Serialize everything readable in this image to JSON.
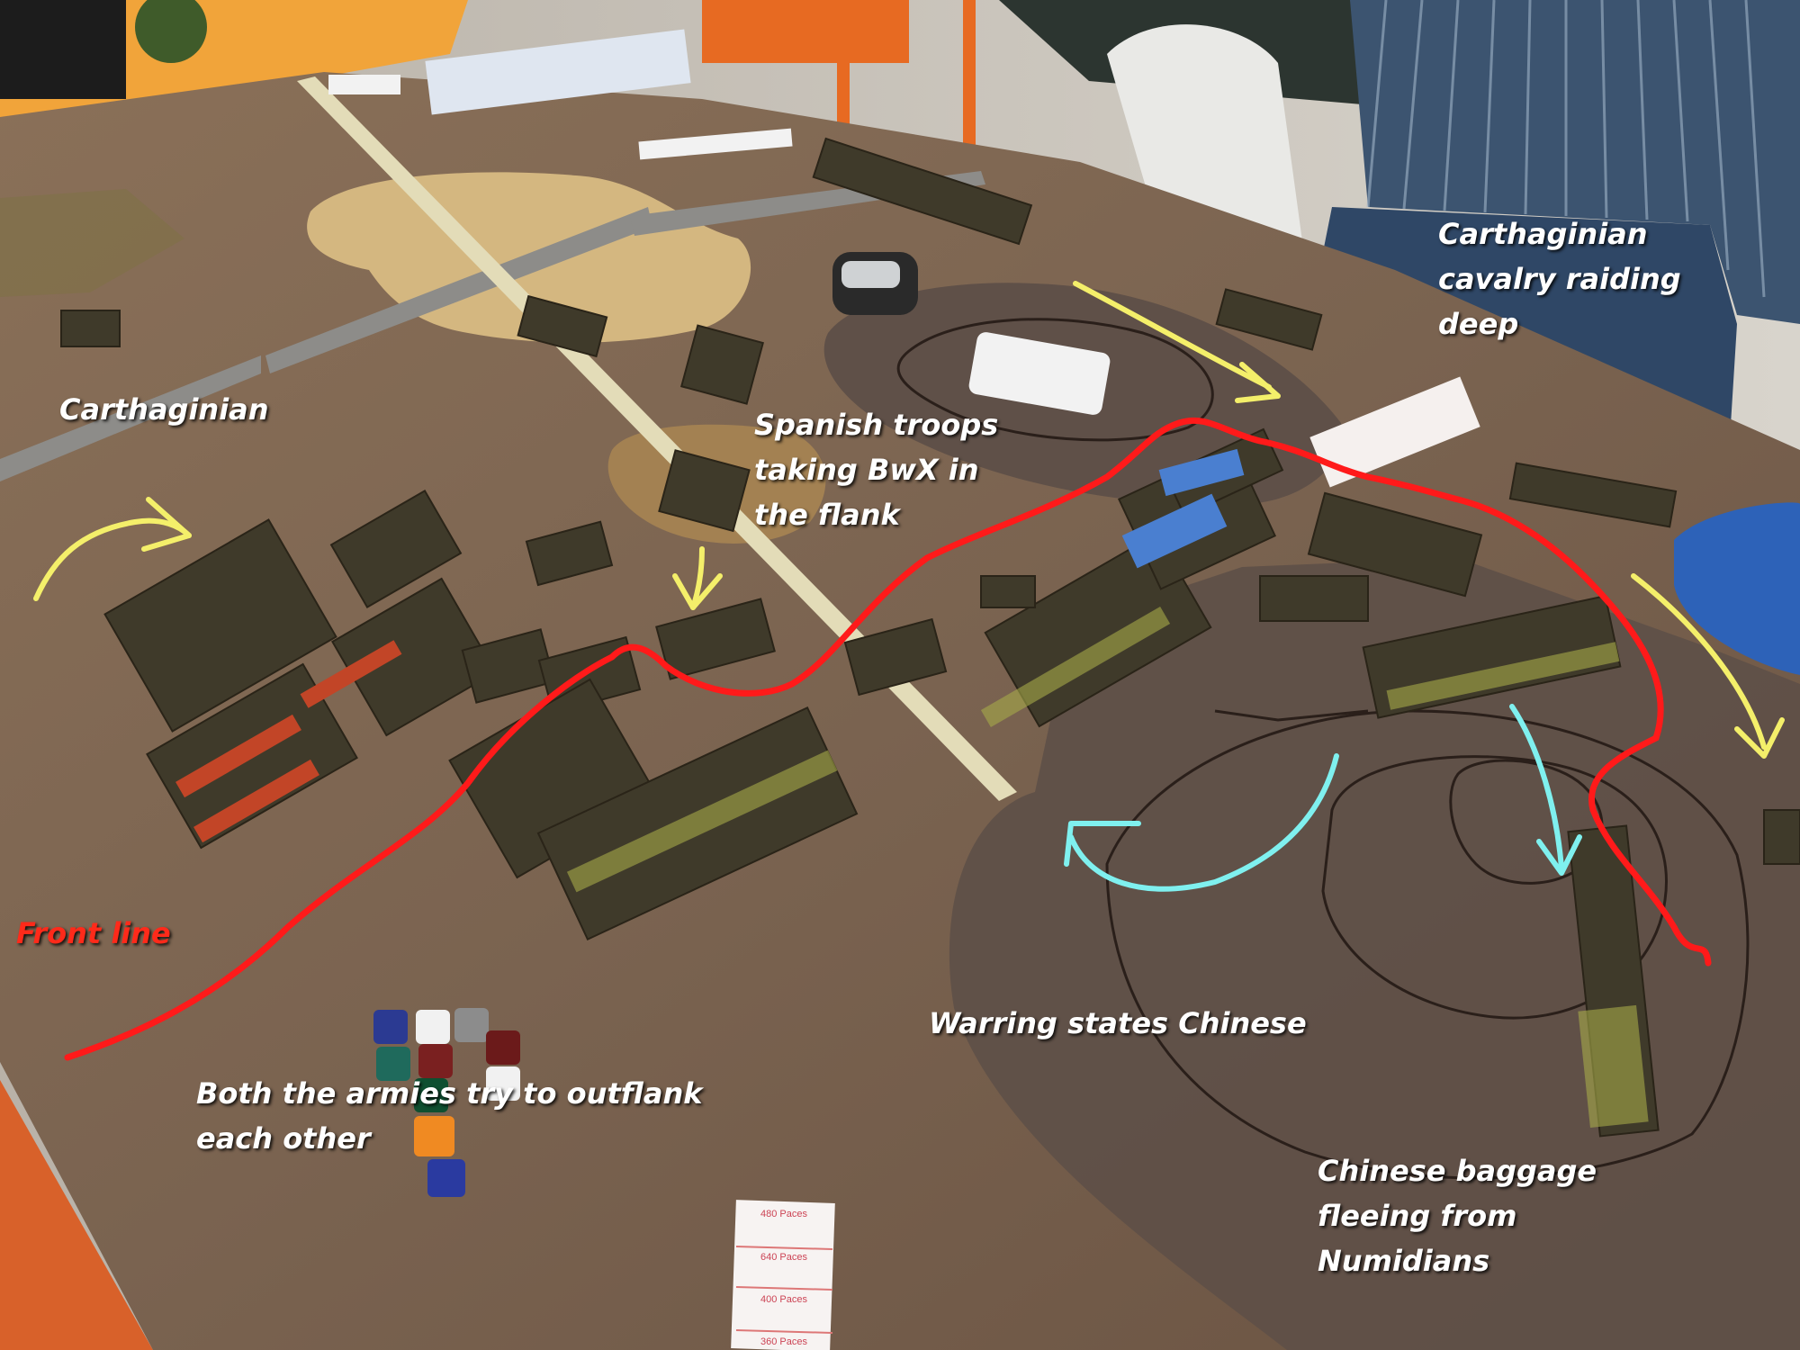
{
  "photo": {
    "description_icon": "wargame-table-photo",
    "colors": {
      "table": "#7a6350",
      "front_line": "#ff1a1a",
      "carthaginian_arrows": "#f4ef6a",
      "chinese_arrows": "#7ff0ef",
      "caption_text": "#ffffff",
      "front_caption_text": "#ff2a1a"
    }
  },
  "captions": {
    "carthaginian": "Carthaginian",
    "cavalry_raid": [
      "Carthaginian",
      "cavalry raiding",
      "deep"
    ],
    "spanish": [
      "Spanish troops",
      "taking BwX in",
      "the flank"
    ],
    "front_line": "Front line",
    "chinese": "Warring states Chinese",
    "outflank": [
      "Both the armies try to outflank",
      "each other"
    ],
    "baggage": [
      "Chinese baggage",
      "fleeing from",
      "Numidians"
    ]
  },
  "measure_card": {
    "rows": [
      "480 Paces",
      "640 Paces",
      "400 Paces",
      "360 Paces"
    ]
  }
}
